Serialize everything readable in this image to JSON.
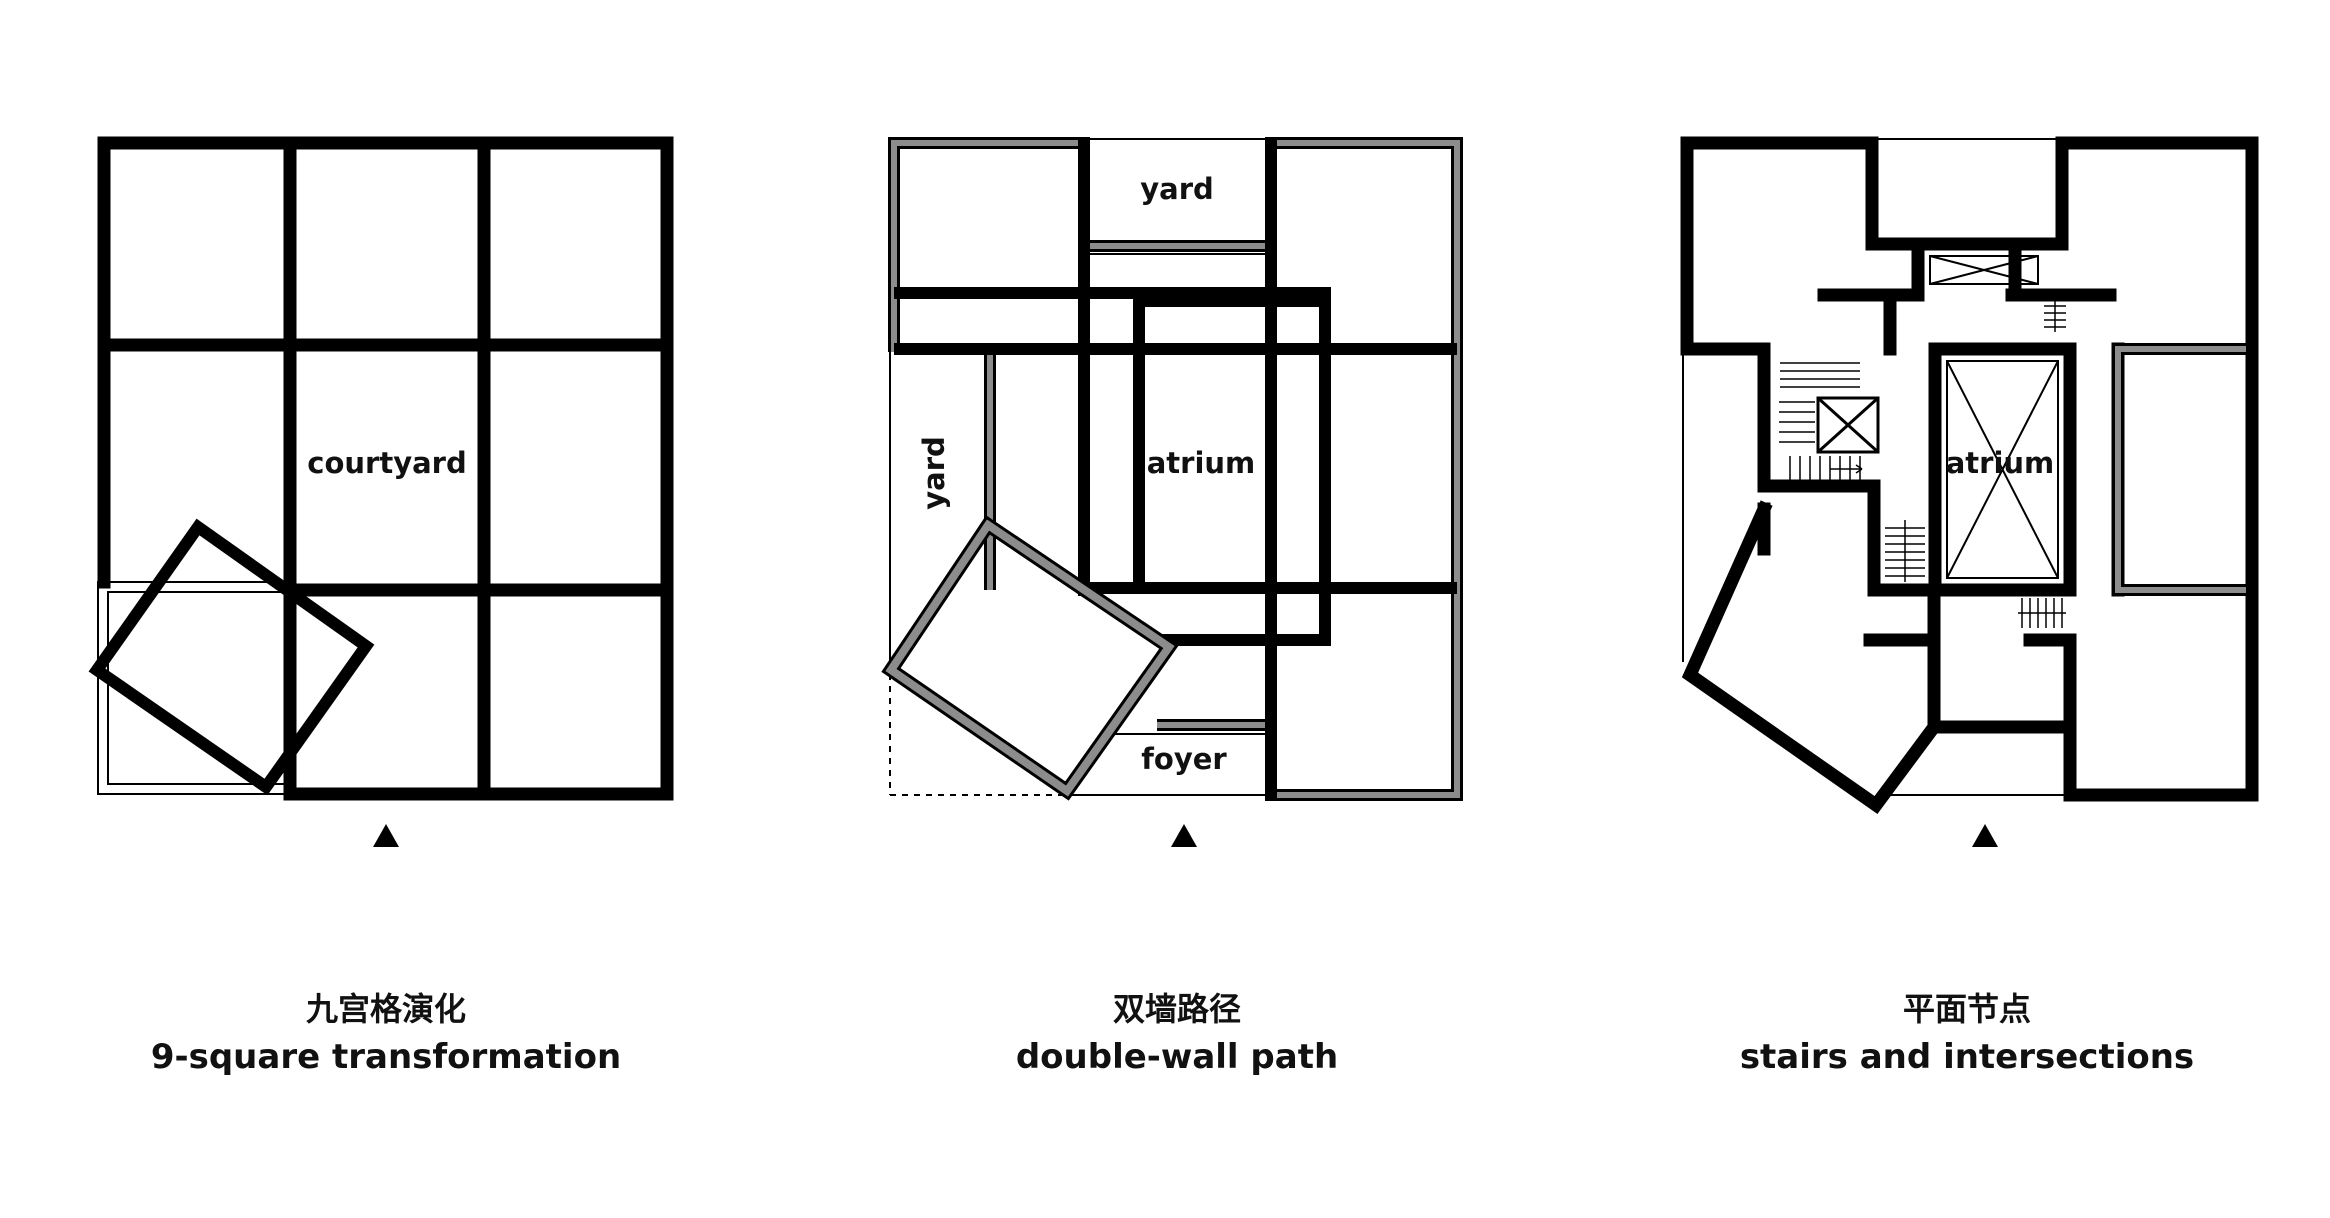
{
  "colors": {
    "wall": "#000000",
    "double_wall": "#8c8c8c",
    "thin": "#000000",
    "background": "#ffffff"
  },
  "panels": [
    {
      "labels": {
        "courtyard": "courtyard"
      },
      "caption": {
        "zh": "九宫格演化",
        "en": "9-square transformation"
      }
    },
    {
      "labels": {
        "yard_top": "yard",
        "yard_left": "yard",
        "atrium": "atrium",
        "foyer": "foyer"
      },
      "caption": {
        "zh": "双墙路径",
        "en": "double-wall path"
      }
    },
    {
      "labels": {
        "atrium": "atrium"
      },
      "caption": {
        "zh": "平面节点",
        "en": "stairs and intersections"
      }
    }
  ]
}
